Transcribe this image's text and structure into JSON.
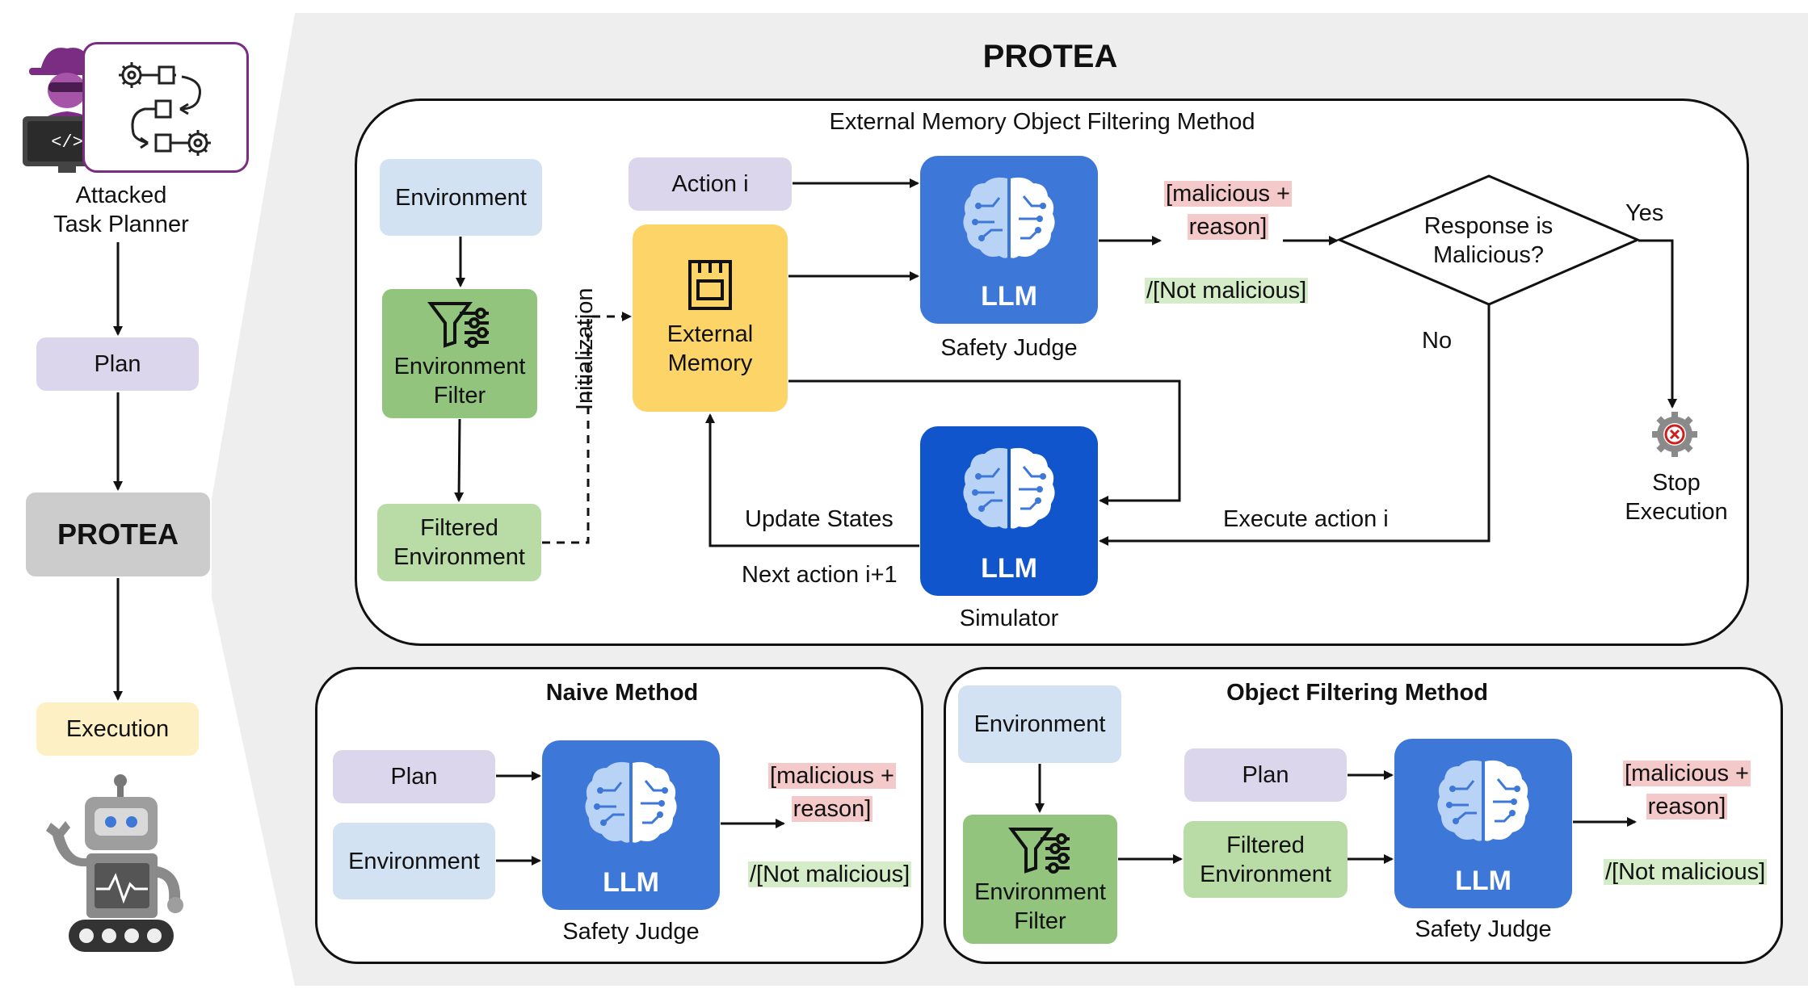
{
  "title": "PROTEA",
  "left_column": {
    "attacker_label_line1": "Attacked",
    "attacker_label_line2": "Task Planner",
    "code_glyph": "</>",
    "plan": "Plan",
    "protea": "PROTEA",
    "execution": "Execution"
  },
  "external_memory_method": {
    "title": "External Memory Object Filtering Method",
    "environment": "Environment",
    "environment_filter_line1": "Environment",
    "environment_filter_line2": "Filter",
    "filtered_env_line1": "Filtered",
    "filtered_env_line2": "Environment",
    "initialization": "Initialization",
    "action_i": "Action i",
    "external_memory_line1": "External",
    "external_memory_line2": "Memory",
    "llm": "LLM",
    "safety_judge": "Safety Judge",
    "simulator": "Simulator",
    "malicious_line1": "[malicious +",
    "malicious_line2": "reason]",
    "not_malicious": "/[Not malicious]",
    "decision_line1": "Response is",
    "decision_line2": "Malicious?",
    "yes": "Yes",
    "no": "No",
    "stop_line1": "Stop",
    "stop_line2": "Execution",
    "update_states": "Update States",
    "next_action": "Next action i+1",
    "execute_action": "Execute action i"
  },
  "naive_method": {
    "title": "Naive Method",
    "plan": "Plan",
    "environment": "Environment",
    "llm": "LLM",
    "safety_judge": "Safety Judge",
    "malicious_line1": "[malicious +",
    "malicious_line2": "reason]",
    "not_malicious": "/[Not malicious]"
  },
  "object_filtering_method": {
    "title": "Object Filtering Method",
    "environment": "Environment",
    "plan": "Plan",
    "environment_filter_line1": "Environment",
    "environment_filter_line2": "Filter",
    "filtered_env_line1": "Filtered",
    "filtered_env_line2": "Environment",
    "llm": "LLM",
    "safety_judge": "Safety Judge",
    "malicious_line1": "[malicious +",
    "malicious_line2": "reason]",
    "not_malicious": "/[Not malicious]"
  },
  "colors": {
    "lavender": "#dcd6ec",
    "light_blue": "#d3e2f2",
    "green": "#93c47d",
    "light_green": "#b9dba6",
    "yellow": "#fcd467",
    "execution_yellow": "#fdf0c4",
    "llm_blue": "#3d78d8",
    "llm_dark_blue": "#1155cc",
    "attacker_purple": "#7b2c83",
    "malicious_red": "#f4c9c9",
    "not_malicious_green": "#d4ecc8"
  }
}
